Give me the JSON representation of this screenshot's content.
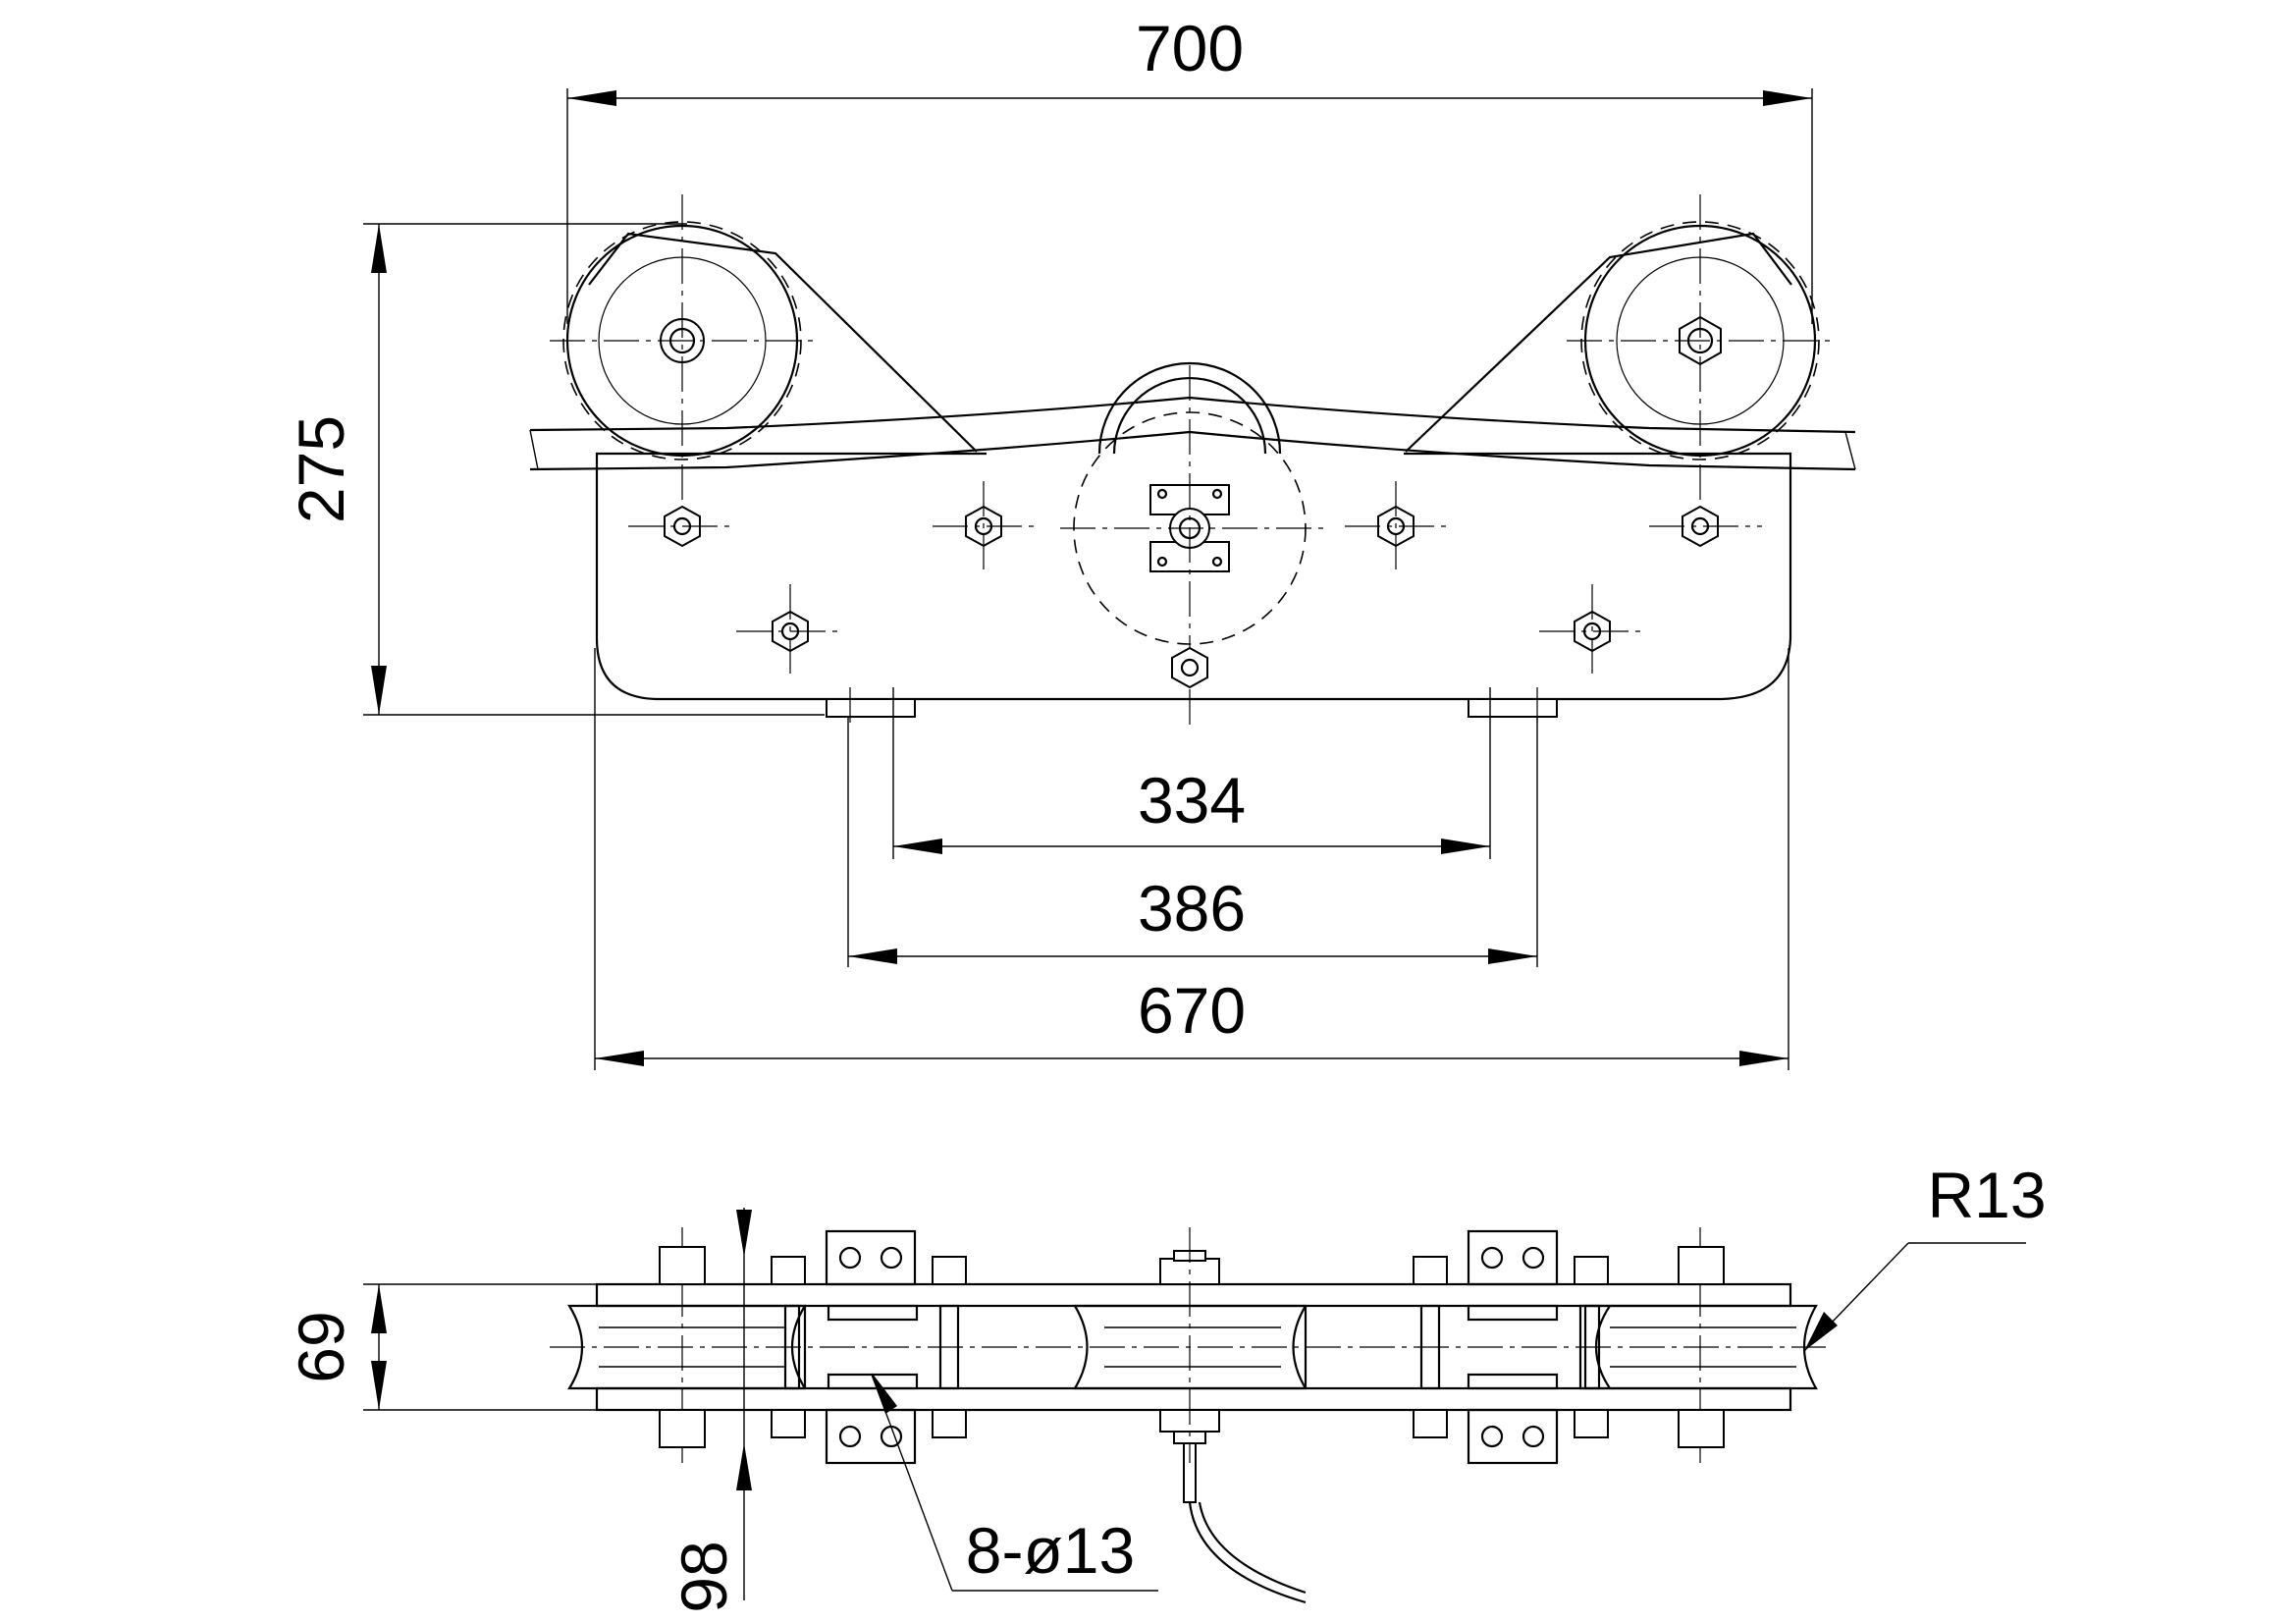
{
  "dimensions": {
    "overall_width": "700",
    "height": "275",
    "inner_spacing": "334",
    "outer_spacing": "386",
    "base_width": "670",
    "side_thickness": "69",
    "bottom_offset": "98",
    "holes": "8-ø13",
    "radius": "R13"
  }
}
